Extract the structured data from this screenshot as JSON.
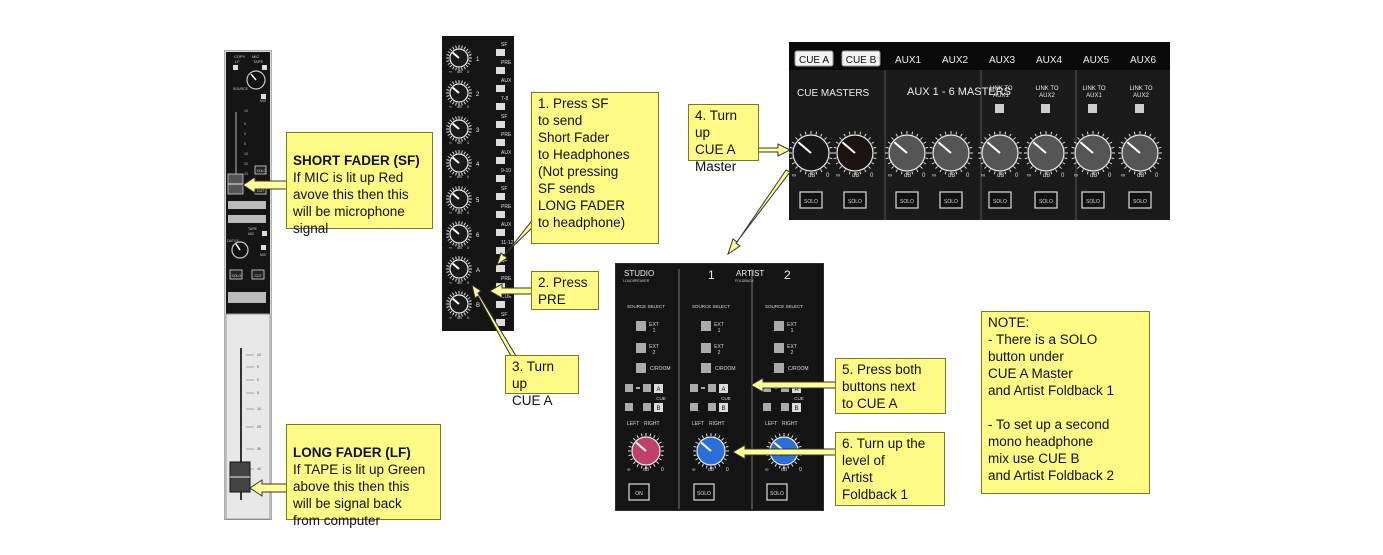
{
  "callouts": {
    "sf_title": "SHORT FADER (SF)",
    "sf_body": "If MIC is lit up Red\navove this then this\nwill be microphone\nsignal",
    "lf_title": "LONG FADER (LF)",
    "lf_body": "If TAPE is lit up Green\nabove this then this\nwill be signal back\nfrom computer",
    "step1": "1.  Press SF\n     to send\n     Short Fader\n     to Headphones\n     (Not pressing\n     SF sends\n     LONG FADER\n     to headphone)",
    "step2": "2.  Press\n     PRE",
    "step3": "3.  Turn up\n     CUE A",
    "step4": "4.  Turn up\n     CUE A\n     Master",
    "step5": "5.  Press both\n     buttons next\n     to CUE A",
    "step6": "6.  Turn up the\n     level of\n     Artist\n     Foldback 1",
    "note": "NOTE:\n-   There is a SOLO\n     button under\n     CUE A Master\n     and Artist Foldback 1\n\n-   To set up a second\n     mono headphone\n     mix use CUE B\n     and Artist Foldback 2"
  },
  "channel_strip": {
    "top_labels": [
      "COPY",
      "LF",
      "MIC",
      "TAPE",
      "SOURCE",
      "MIX"
    ],
    "sf_scale": [
      "10",
      "5",
      "0",
      "5",
      "10",
      "20",
      "40"
    ],
    "solo_label": "SOLO",
    "mid_labels": [
      "TAPE",
      "MIC",
      "DAT/LF",
      "MIX"
    ],
    "cut_label": "CUT",
    "mute_labels": [
      "SOLO",
      "CUT"
    ],
    "lf_scale": [
      "10",
      "5",
      "0",
      "5",
      "10",
      "20",
      "30",
      "40"
    ]
  },
  "aux_strip": {
    "knob_numbers": [
      "1",
      "2",
      "3",
      "4",
      "5",
      "6",
      "A",
      "B"
    ],
    "buttons": [
      "SF",
      "PRE",
      "AUX",
      "7-8",
      "SF",
      "PRE",
      "AUX",
      "9-10",
      "SF",
      "PRE",
      "AUX",
      "11-12",
      "SF",
      "PRE",
      "CUE",
      "SF"
    ]
  },
  "master_section": {
    "tabs": [
      "CUE A",
      "CUE B",
      "AUX1",
      "AUX2",
      "AUX3",
      "AUX4",
      "AUX5",
      "AUX6"
    ],
    "cue_masters": "CUE MASTERS",
    "aux_masters": "AUX 1 - 6\nMASTERS",
    "link_labels": [
      "LINK TO\nAUX1",
      "LINK TO\nAUX2",
      "LINK TO\nAUX1",
      "LINK TO\nAUX2"
    ],
    "solo": "SOLO",
    "scale_min": "∞",
    "scale_mid": "dB",
    "scale_max": "0"
  },
  "foldback_section": {
    "studio_title": "STUDIO",
    "studio_sub": "LOUDSPEAKER",
    "num1": "1",
    "artist_title": "ARTIST",
    "artist_sub": "FOLDBACK",
    "num2": "2",
    "source_select": "SOURCE SELECT",
    "ext1": "EXT\n1",
    "ext2": "EXT\n2",
    "croom": "C/ROOM",
    "cue": "CUE",
    "a": "A",
    "b": "B",
    "left": "LEFT",
    "right": "RIGHT",
    "on": "ON",
    "solo": "SOLO"
  },
  "colors": {
    "note_yellow": "#fdfa86",
    "arrow_fill": "#ffff99",
    "panel_dark": "#141414",
    "foldback_blue": "#2a6fd6",
    "studio_red": "#c0406a"
  }
}
